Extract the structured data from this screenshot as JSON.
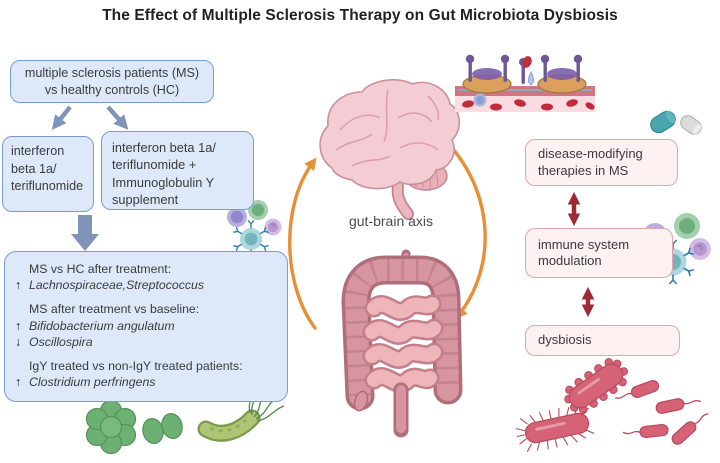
{
  "title": "The Effect of Multiple Sclerosis Therapy on Gut Microbiota Dysbiosis",
  "center": {
    "label": "gut-brain axis"
  },
  "left_flow": {
    "comparison_box": {
      "line1": "multiple sclerosis patients (MS)",
      "line2": "vs healthy controls (HC)"
    },
    "therapy_box_1": "interferon beta 1a/ teriflunomide",
    "therapy_box_2": "interferon beta 1a/ teriflunomide + Immunoglobulin Y supplement",
    "results": {
      "groups": [
        {
          "heading": "MS vs HC after treatment:",
          "items": [
            {
              "dir": "↑",
              "name": "Lachnospiraceae,Streptococcus"
            }
          ]
        },
        {
          "heading": "MS after treatment vs baseline:",
          "items": [
            {
              "dir": "↑",
              "name": "Bifidobacterium angulatum"
            },
            {
              "dir": "↓",
              "name": "Oscillospira"
            }
          ]
        },
        {
          "heading": "IgY treated vs non-IgY treated patients:",
          "items": [
            {
              "dir": "↑",
              "name": "Clostridium perfringens"
            }
          ]
        }
      ]
    }
  },
  "right_flow": {
    "box_1": "disease-modifying therapies in MS",
    "box_2": "immune system modulation",
    "box_3": "dysbiosis"
  },
  "icons": {
    "brain-icon": "pink brain illustration",
    "intestine-icon": "large and small intestine illustration",
    "gut-epithelium-icon": "gut lining with villi, immune cells and red blood cells",
    "pill-capsules-icon": "teal and white capsule halves",
    "immune-cells-left-icon": "lymphocyte cluster with antibody-studded cell",
    "immune-cells-right-icon": "lymphocyte cluster with antibody-studded cell",
    "green-bacteria-icon": "cocci cluster, diplococci and flagellated curved rod",
    "pink-bacteria-icon": "bumpy rod, pili-covered rod and flagellated small rods"
  },
  "colors": {
    "left_box_fill": "#dde9f8",
    "left_box_border": "#7b9bd8",
    "right_box_fill": "#fdf1f1",
    "right_box_border": "#e2a6ac",
    "flow_arrow_blue": "#8193b8",
    "flow_arrow_red": "#9e2b36",
    "axis_arrow_orange": "#e78f35"
  }
}
